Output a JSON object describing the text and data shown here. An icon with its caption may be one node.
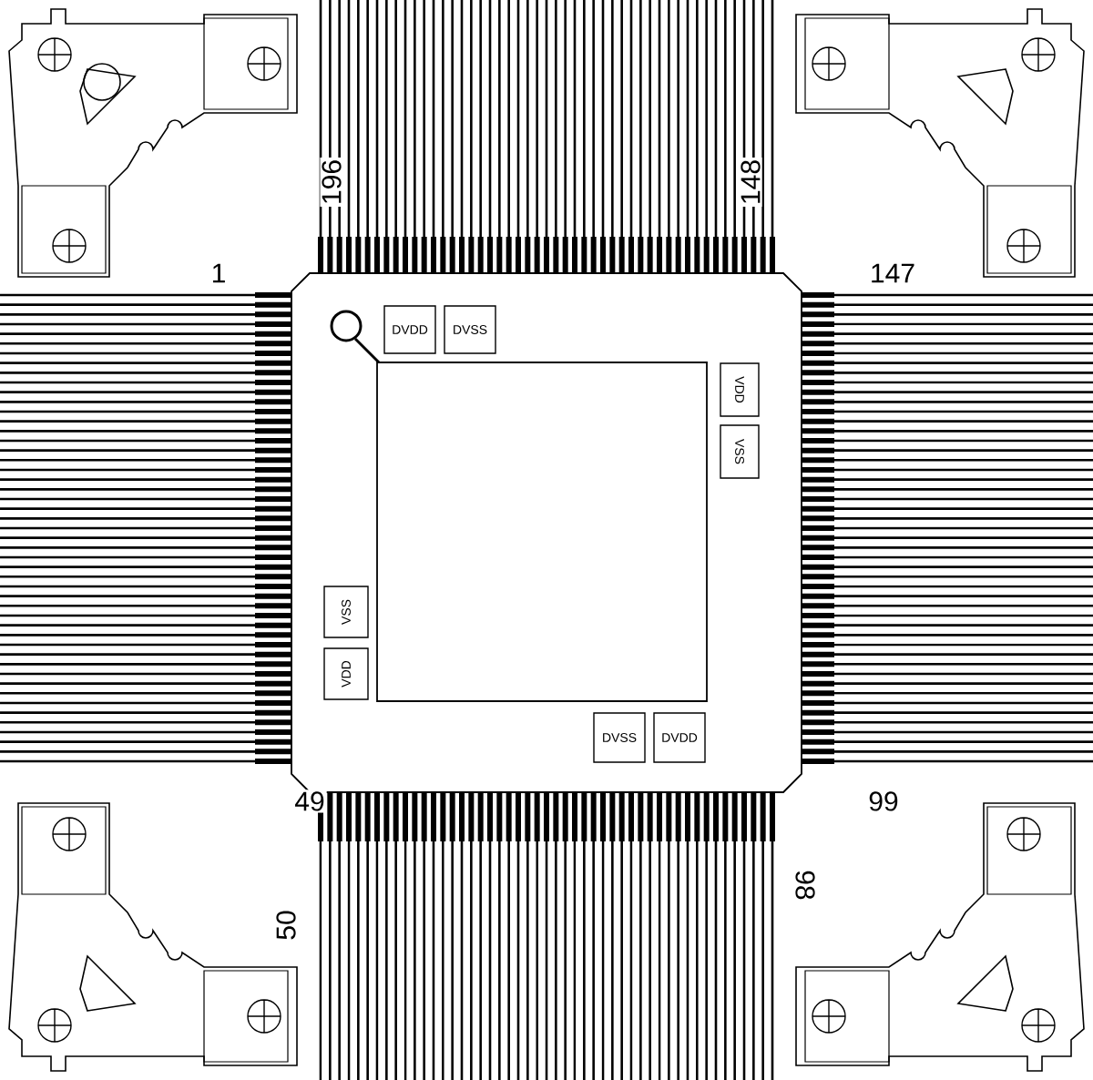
{
  "diagram": {
    "nodes": [
      {
        "text": [
          "DVDD"
        ]
      },
      {
        "text": [
          "DVSS"
        ]
      },
      {
        "text": [
          "VDD"
        ]
      },
      {
        "text": [
          "VSS"
        ]
      },
      {
        "text": [
          "VSS"
        ]
      },
      {
        "text": [
          "VDD"
        ]
      },
      {
        "text": [
          "DVSS"
        ]
      },
      {
        "text": [
          "DVDD"
        ]
      }
    ],
    "labels": [
      "196",
      "1",
      "148",
      "147",
      "49",
      "50",
      "98",
      "99"
    ]
  }
}
